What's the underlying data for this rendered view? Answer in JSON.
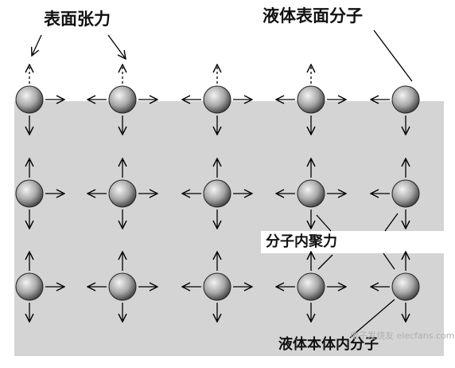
{
  "labels": {
    "surface_tension": "表面张力",
    "surface_molecule": "液体表面分子",
    "cohesion": "分子内聚力",
    "bulk_molecule": "液体本体内分子"
  },
  "watermark": {
    "text": "电子发烧友 elecfans.com"
  },
  "colors": {
    "liquid_fill": "#d4d4d4",
    "molecule_dark": "#3a3a3a",
    "molecule_light": "#f4f4f4",
    "arrow": "#000000"
  },
  "grid": {
    "rows": 3,
    "cols": 5
  }
}
